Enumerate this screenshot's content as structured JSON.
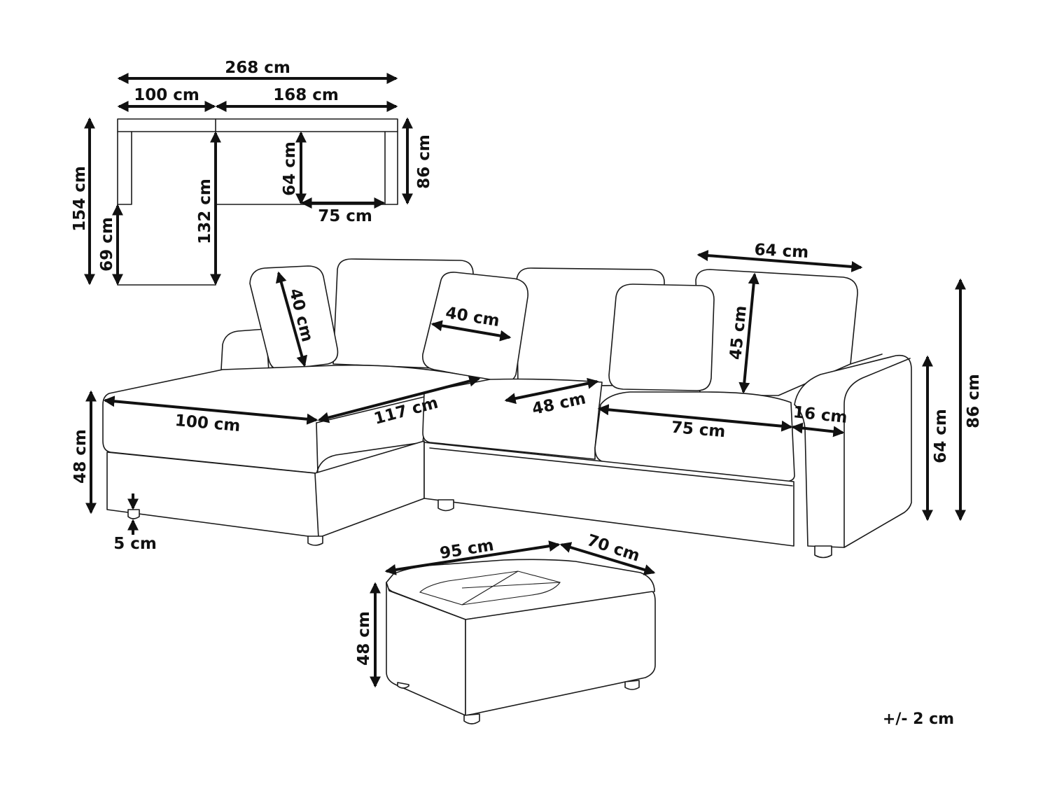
{
  "drawing": {
    "tolerance": "+/- 2 cm",
    "labels": {
      "top_total_width": "268 cm",
      "top_chaise_width": "100 cm",
      "top_main_width": "168 cm",
      "top_total_depth": "154 cm",
      "top_chaise_extra": "69 cm",
      "top_main_depth_inner": "132 cm",
      "top_seat_depth": "64 cm",
      "top_right_depth": "86 cm",
      "top_seat_width": "75 cm",
      "cushion_left_height": "40 cm",
      "cushion_mid_width": "40 cm",
      "back_cushion_width": "64 cm",
      "back_cushion_height": "45 cm",
      "total_height": "86 cm",
      "arm_height": "64 cm",
      "seat_height": "48 cm",
      "leg_height": "5 cm",
      "chaise_width": "100 cm",
      "chaise_length": "117 cm",
      "seat_depth": "48 cm",
      "seat_width": "75 cm",
      "arm_width": "16 cm",
      "ottoman_width": "95 cm",
      "ottoman_depth": "70 cm",
      "ottoman_height": "48 cm"
    }
  }
}
